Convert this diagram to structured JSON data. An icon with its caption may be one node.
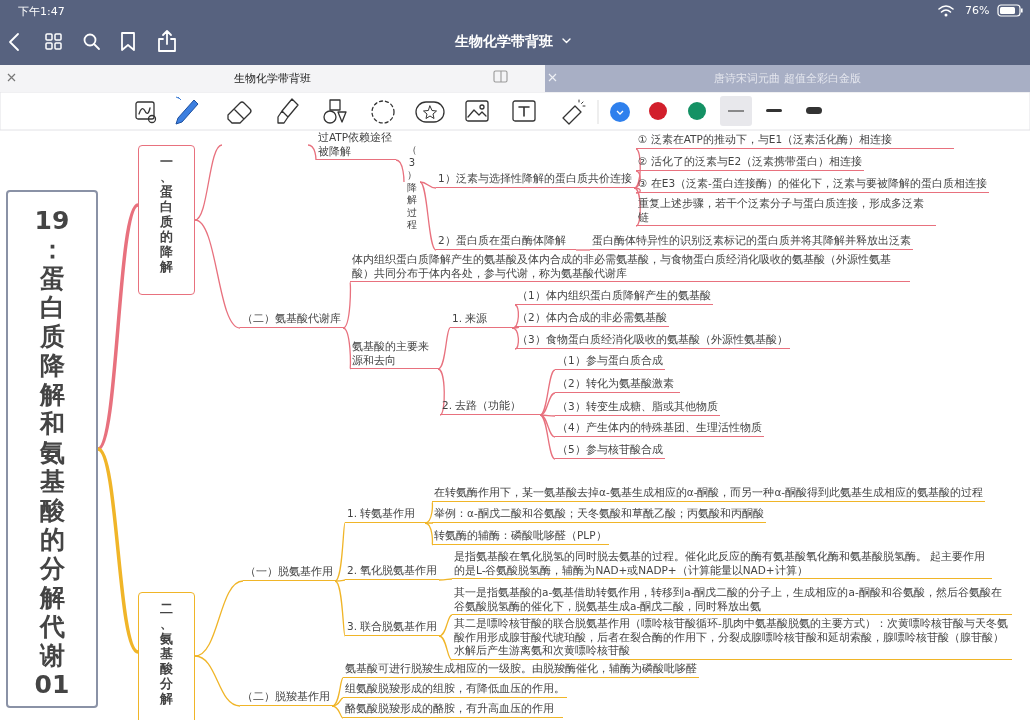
{
  "diagram": {
    "nodes": [
      {
        "text": [
          "19：蛋白质降解和氨基酸的分解代谢01"
        ]
      },
      {
        "text": [
          "一、蛋白质的降解"
        ]
      },
      {
        "text": [
          "过ATP依赖途径被降解"
        ]
      },
      {
        "text": [
          "（3）降解过程"
        ]
      },
      {
        "text": [
          "1）泛素与选择性降解的蛋白质共价连接"
        ]
      },
      {
        "text": [
          "① 泛素在ATP的推动下，与E1（泛素活化酶）相连接"
        ]
      },
      {
        "text": [
          "② 活化了的泛素与E2（泛素携带蛋白）相连接"
        ]
      },
      {
        "text": [
          "③ 在E3（泛素-蛋白连接酶）的催化下，泛素与要被降解的蛋白质相连接"
        ]
      },
      {
        "text": [
          "重复上述步骤，若干个泛素分子与蛋白质连接，形成多泛素链"
        ]
      },
      {
        "text": [
          "2）蛋白质在蛋白酶体降解"
        ]
      },
      {
        "text": [
          "蛋白酶体特异性的识别泛素标记的蛋白质并将其降解并释放出泛素"
        ]
      },
      {
        "text": [
          "（二）氨基酸代谢库"
        ]
      },
      {
        "text": [
          "体内组织蛋白质降解产生的氨基酸及体内合成的非必需氨基酸，与食物蛋白质经消化吸收的氨基酸（外源性氨基酸）共同分布于体内各处，参与代谢，称为氨基酸代谢库"
        ]
      },
      {
        "text": [
          "氨基酸的主要来源和去向"
        ]
      },
      {
        "text": [
          "1. 来源"
        ]
      },
      {
        "text": [
          "（1）体内组织蛋白质降解产生的氨基酸"
        ]
      },
      {
        "text": [
          "（2）体内合成的非必需氨基酸"
        ]
      },
      {
        "text": [
          "（3）食物蛋白质经消化吸收的氨基酸（外源性氨基酸）"
        ]
      },
      {
        "text": [
          "2. 去路（功能）"
        ]
      },
      {
        "text": [
          "（1）参与蛋白质合成"
        ]
      },
      {
        "text": [
          "（2）转化为氨基酸激素"
        ]
      },
      {
        "text": [
          "（3）转变生成糖、脂或其他物质"
        ]
      },
      {
        "text": [
          "（4）产生体内的特殊基团、生理活性物质"
        ]
      },
      {
        "text": [
          "（5）参与核苷酸合成"
        ]
      },
      {
        "text": [
          "二、氨基酸分解"
        ]
      },
      {
        "text": [
          "（一）脱氨基作用"
        ]
      },
      {
        "text": [
          "1. 转氨基作用"
        ]
      },
      {
        "text": [
          "在转氨酶作用下，某一氨基酸去掉α-氨基生成相应的α-酮酸，而另一种α-酮酸得到此氨基生成相应的氨基酸的过程"
        ]
      },
      {
        "text": [
          "举例：α-酮戊二酸和谷氨酸；天冬氨酸和草酰乙酸；丙氨酸和丙酮酸"
        ]
      },
      {
        "text": [
          "转氨酶的辅酶：磷酸吡哆醛（PLP）"
        ]
      },
      {
        "text": [
          "2. 氧化脱氨基作用"
        ]
      },
      {
        "text": [
          "是指氨基酸在氧化脱氢的同时脱去氨基的过程。催化此反应的酶有氨基酸氧化酶和氨基酸脱氢酶。 起主要作用的是L-谷氨酸脱氢酶，辅酶为NAD+或NADP+（计算能量以NAD+计算）"
        ]
      },
      {
        "text": [
          "3. 联合脱氨基作用"
        ]
      },
      {
        "text": [
          "其一是指氨基酸的a-氨基借助转氨作用，转移到a-酮戊二酸的分子上，生成相应的a-酮酸和谷氨酸，然后谷氨酸在谷氨酸脱氢酶的催化下，脱氨基生成a-酮戊二酸，同时释放出氨"
        ]
      },
      {
        "text": [
          "其二是嘌呤核苷酸的联合脱氨基作用（嘌呤核苷酸循环-肌肉中氨基酸脱氨的主要方式）：次黄嘌呤核苷酸与天冬氨酸作用形成腺苷酸代琥珀酸，后者在裂合酶的作用下，分裂成腺嘌呤核苷酸和延胡索酸，腺嘌呤核苷酸（腺苷酸）水解后产生游离氨和次黄嘌呤核苷酸"
        ]
      },
      {
        "text": [
          "（二）脱羧基作用"
        ]
      },
      {
        "text": [
          "氨基酸可进行脱羧生成相应的一级胺。由脱羧酶催化，辅酶为磷酸吡哆醛"
        ]
      },
      {
        "text": [
          "组氨酸脱羧形成的组胺，有降低血压的作用。"
        ]
      },
      {
        "text": [
          "酪氨酸脱羧形成的酪胺，有升高血压的作用"
        ]
      }
    ],
    "edges": [
      {
        "from": 0,
        "to": 1,
        "arrow": "none",
        "style": "thick"
      },
      {
        "from": 1,
        "to": null,
        "arrow": "none"
      },
      {
        "from": null,
        "to": 2,
        "arrow": "none"
      },
      {
        "from": 2,
        "to": 3,
        "arrow": "none"
      },
      {
        "from": 3,
        "to": 4,
        "arrow": "none"
      },
      {
        "from": 3,
        "to": 9,
        "arrow": "none"
      },
      {
        "from": 4,
        "to": 5,
        "arrow": "none"
      },
      {
        "from": 4,
        "to": 6,
        "arrow": "none"
      },
      {
        "from": 4,
        "to": 7,
        "arrow": "none"
      },
      {
        "from": 4,
        "to": 8,
        "arrow": "none"
      },
      {
        "from": 9,
        "to": 10,
        "arrow": "none"
      },
      {
        "from": 1,
        "to": 11,
        "arrow": "none"
      },
      {
        "from": 11,
        "to": 12,
        "arrow": "none"
      },
      {
        "from": 11,
        "to": 13,
        "arrow": "none"
      },
      {
        "from": 13,
        "to": 14,
        "arrow": "none"
      },
      {
        "from": 13,
        "to": 18,
        "arrow": "none"
      },
      {
        "from": 14,
        "to": 15,
        "arrow": "none"
      },
      {
        "from": 14,
        "to": 16,
        "arrow": "none"
      },
      {
        "from": 14,
        "to": 17,
        "arrow": "none"
      },
      {
        "from": 18,
        "to": 19,
        "arrow": "none"
      },
      {
        "from": 18,
        "to": 20,
        "arrow": "none"
      },
      {
        "from": 18,
        "to": 21,
        "arrow": "none"
      },
      {
        "from": 18,
        "to": 22,
        "arrow": "none"
      },
      {
        "from": 18,
        "to": 23,
        "arrow": "none"
      },
      {
        "from": 0,
        "to": 24,
        "arrow": "none",
        "style": "thick",
        "color": "#f0b528"
      },
      {
        "from": 24,
        "to": 25,
        "arrow": "none",
        "color": "#f0b528"
      },
      {
        "from": 24,
        "to": 35,
        "arrow": "none",
        "color": "#f0b528"
      },
      {
        "from": 25,
        "to": 26,
        "arrow": "none",
        "color": "#f0b528"
      },
      {
        "from": 25,
        "to": 30,
        "arrow": "none",
        "color": "#f0b528"
      },
      {
        "from": 25,
        "to": 32,
        "arrow": "none",
        "color": "#f0b528"
      },
      {
        "from": 26,
        "to": 27,
        "arrow": "none",
        "color": "#f0b528"
      },
      {
        "from": 26,
        "to": 28,
        "arrow": "none",
        "color": "#f0b528"
      },
      {
        "from": 26,
        "to": 29,
        "arrow": "none",
        "color": "#f0b528"
      },
      {
        "from": 30,
        "to": 31,
        "arrow": "none",
        "color": "#f0b528"
      },
      {
        "from": 32,
        "to": 33,
        "arrow": "none",
        "color": "#f0b528"
      },
      {
        "from": 32,
        "to": 34,
        "arrow": "none",
        "color": "#f0b528"
      },
      {
        "from": 35,
        "to": 36,
        "arrow": "none",
        "color": "#f0b528"
      },
      {
        "from": 35,
        "to": 37,
        "arrow": "none",
        "color": "#f0b528"
      },
      {
        "from": 35,
        "to": 38,
        "arrow": "none",
        "color": "#f0b528"
      }
    ],
    "labels": [
      "下午1:47",
      "76%",
      "生物化学带背班",
      "生物化学带背班",
      "唐诗宋词元曲 超值全彩白金版"
    ]
  }
}
